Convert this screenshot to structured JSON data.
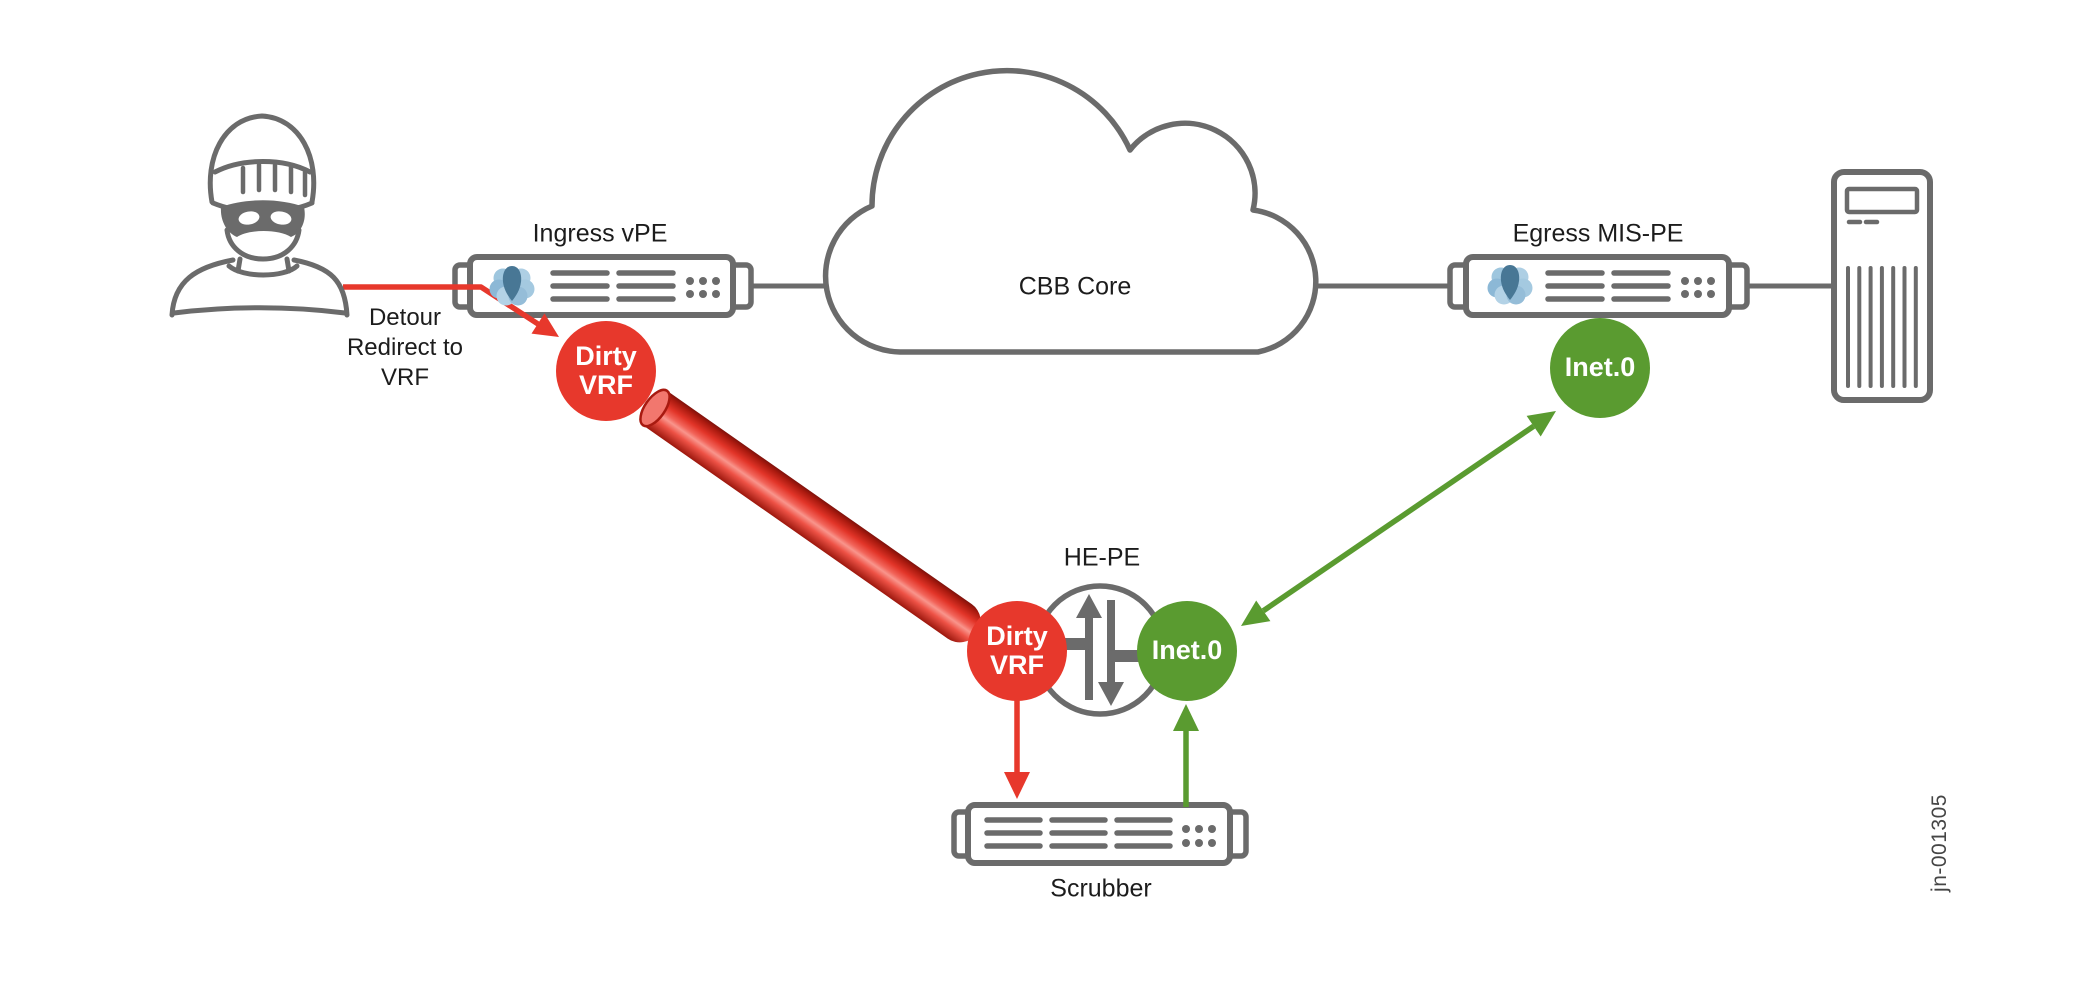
{
  "figure_number": "jn-001305",
  "colors": {
    "attack_red": "#e7382c",
    "clean_green": "#5a9b30",
    "outline_gray": "#6b6b6b"
  },
  "labels": {
    "ingress_router": "Ingress vPE",
    "core_cloud": "CBB Core",
    "egress_router": "Egress MIS-PE",
    "he_pe_router": "HE-PE",
    "scrubber": "Scrubber",
    "detour_note": "Detour\nRedirect to\nVRF"
  },
  "badges": {
    "ingress_dirty_vrf": "Dirty\nVRF",
    "hepe_dirty_vrf": "Dirty\nVRF",
    "hepe_inet0": "Inet.0",
    "egress_inet0": "Inet.0"
  },
  "icons": {
    "attacker": "masked-attacker-icon",
    "ingress_router": "rack-router-icon",
    "egress_router": "rack-router-icon",
    "juniper_logo": "juniper-logo-icon",
    "core_cloud": "cloud-icon",
    "server": "tower-server-icon",
    "he_pe": "junos-router-arrows-icon",
    "scrubber": "rack-appliance-icon",
    "dirty_pipe": "red-tunnel-pipe-icon"
  }
}
